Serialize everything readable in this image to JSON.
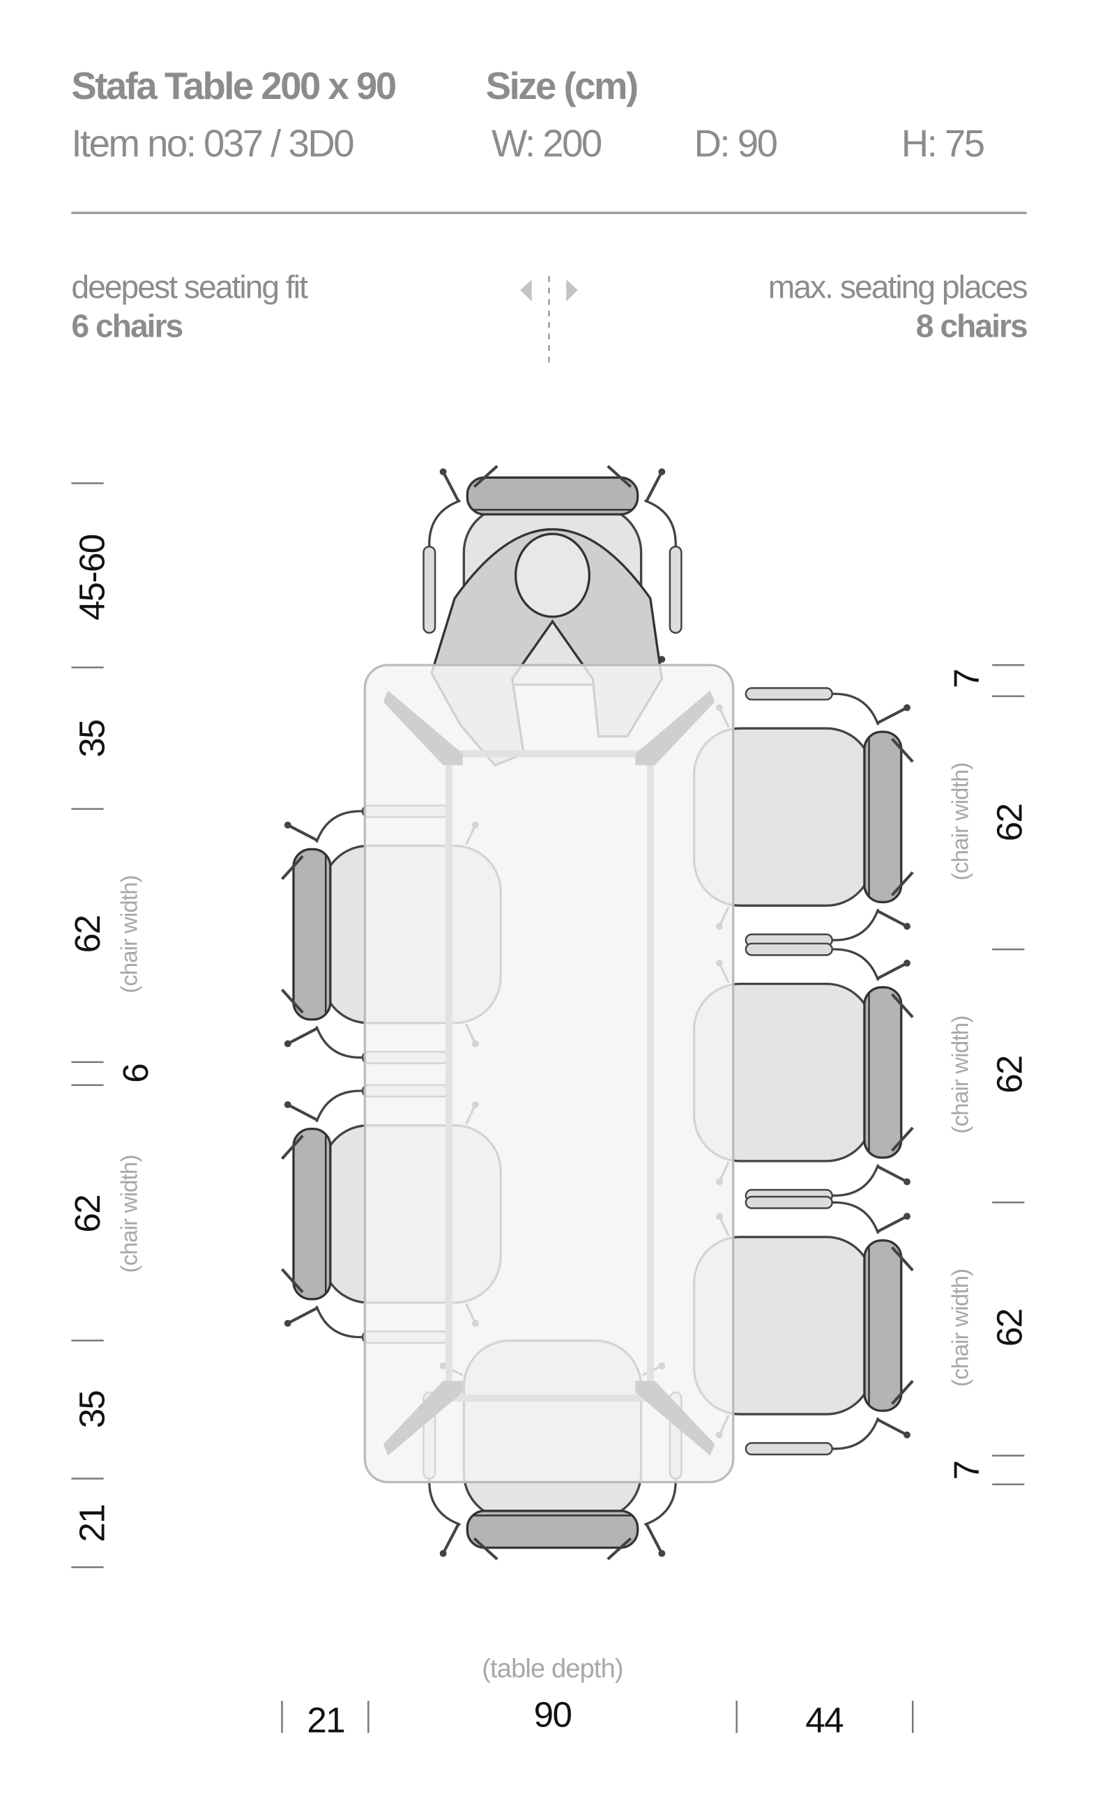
{
  "header": {
    "title": "Stafa Table 200 x 90",
    "item_no": "Item no: 037 / 3D0",
    "size_label": "Size (cm)",
    "width": "W: 200",
    "depth": "D: 90",
    "height": "H: 75"
  },
  "seating": {
    "left_label": "deepest seating fit",
    "left_value": "6 chairs",
    "right_label": "max. seating places",
    "right_value": "8 chairs",
    "toggle_icon": "left-right-arrows-icon"
  },
  "left_dims": {
    "d1": "45-60",
    "d2": "35",
    "d3": "62",
    "d3_note": "(chair width)",
    "d4": "6",
    "d5": "62",
    "d5_note": "(chair width)",
    "d6": "35",
    "d7": "21"
  },
  "right_dims": {
    "d1": "7",
    "d2": "62",
    "d2_note": "(chair width)",
    "d3": "62",
    "d3_note": "(chair width)",
    "d4": "62",
    "d4_note": "(chair width)",
    "d5": "7"
  },
  "bottom_dims": {
    "note": "(table depth)",
    "d1": "21",
    "d2": "90",
    "d3": "44"
  },
  "colors": {
    "text_gray": "#8c8c8c",
    "dimension_text": "#111111",
    "note_gray": "#a8a8a8",
    "table_fill": "#f4f4f4",
    "chair_seat": "#e4e4e4",
    "chair_back": "#b4b4b4"
  }
}
